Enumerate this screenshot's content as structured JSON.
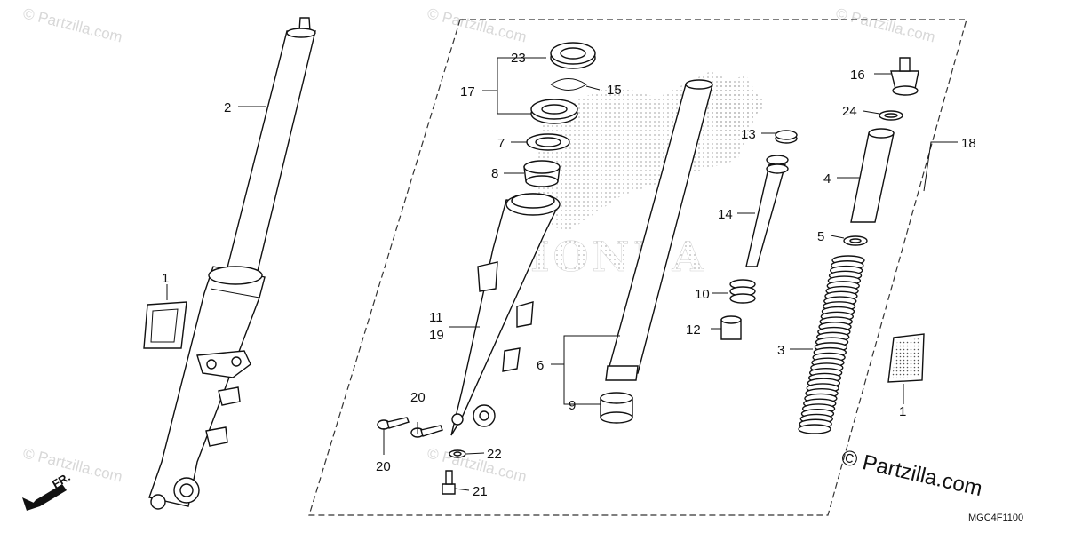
{
  "diagram": {
    "callouts": {
      "c2": "2",
      "c1a": "1",
      "c1b": "1",
      "c23": "23",
      "c17": "17",
      "c15": "15",
      "c7": "7",
      "c8": "8",
      "c11": "11",
      "c19": "19",
      "c20a": "20",
      "c20b": "20",
      "c22": "22",
      "c21": "21",
      "c6": "6",
      "c9": "9",
      "c13": "13",
      "c14": "14",
      "c10": "10",
      "c12": "12",
      "c16": "16",
      "c24": "24",
      "c4": "4",
      "c5": "5",
      "c3": "3",
      "c18": "18"
    },
    "brand_logo_text": "HONDA",
    "direction_label": "FR.",
    "diagram_code": "MGC4F1100",
    "copyright_text": "© Partzilla.com",
    "watermark_text": "© Partzilla.com"
  }
}
